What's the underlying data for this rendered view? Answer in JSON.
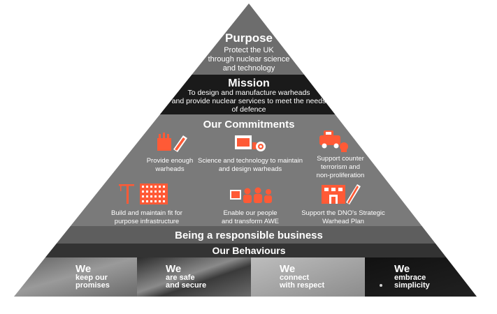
{
  "purpose": {
    "title": "Purpose",
    "lines": [
      "Protect the UK",
      "through nuclear science",
      "and technology"
    ]
  },
  "mission": {
    "title": "Mission",
    "lines": [
      "To design and manufacture warheads",
      "and provide nuclear services to meet the needs",
      "of defence"
    ]
  },
  "commitments": {
    "title": "Our Commitments",
    "items": [
      {
        "icon": "nuclear-warhead-icon",
        "lines": [
          "Provide enough",
          "warheads"
        ]
      },
      {
        "icon": "science-lab-icon",
        "lines": [
          "Science and technology to maintain",
          "and design warheads"
        ]
      },
      {
        "icon": "counter-terrorism-vehicle-icon",
        "lines": [
          "Support counter",
          "terrorism and",
          "non-proliferation"
        ]
      },
      {
        "icon": "infrastructure-crane-icon",
        "lines": [
          "Build and maintain fit for",
          "purpose infrastructure"
        ]
      },
      {
        "icon": "people-icon",
        "lines": [
          "Enable our people",
          "and transform AWE"
        ]
      },
      {
        "icon": "strategic-plan-icon",
        "lines": [
          "Support the DNO's Strategic",
          "Warhead Plan"
        ]
      }
    ]
  },
  "responsible": {
    "title": "Being a responsible business"
  },
  "behaviours": {
    "title": "Our Behaviours",
    "items": [
      {
        "we": "We",
        "lines": [
          "keep our",
          "promises"
        ]
      },
      {
        "we": "We",
        "lines": [
          "are safe",
          "and secure"
        ]
      },
      {
        "we": "We",
        "lines": [
          "connect",
          "with respect"
        ]
      },
      {
        "we": "We",
        "lines": [
          "embrace",
          "simplicity"
        ]
      }
    ]
  },
  "colors": {
    "purpose_bg": "#6d6d6d",
    "mission_bg": "#1a1a1a",
    "commitments_bg": "#7a7a7a",
    "responsible_bg": "#5e5e5e",
    "behaviours_bg": "#333333",
    "accent": "#ff5a36"
  }
}
